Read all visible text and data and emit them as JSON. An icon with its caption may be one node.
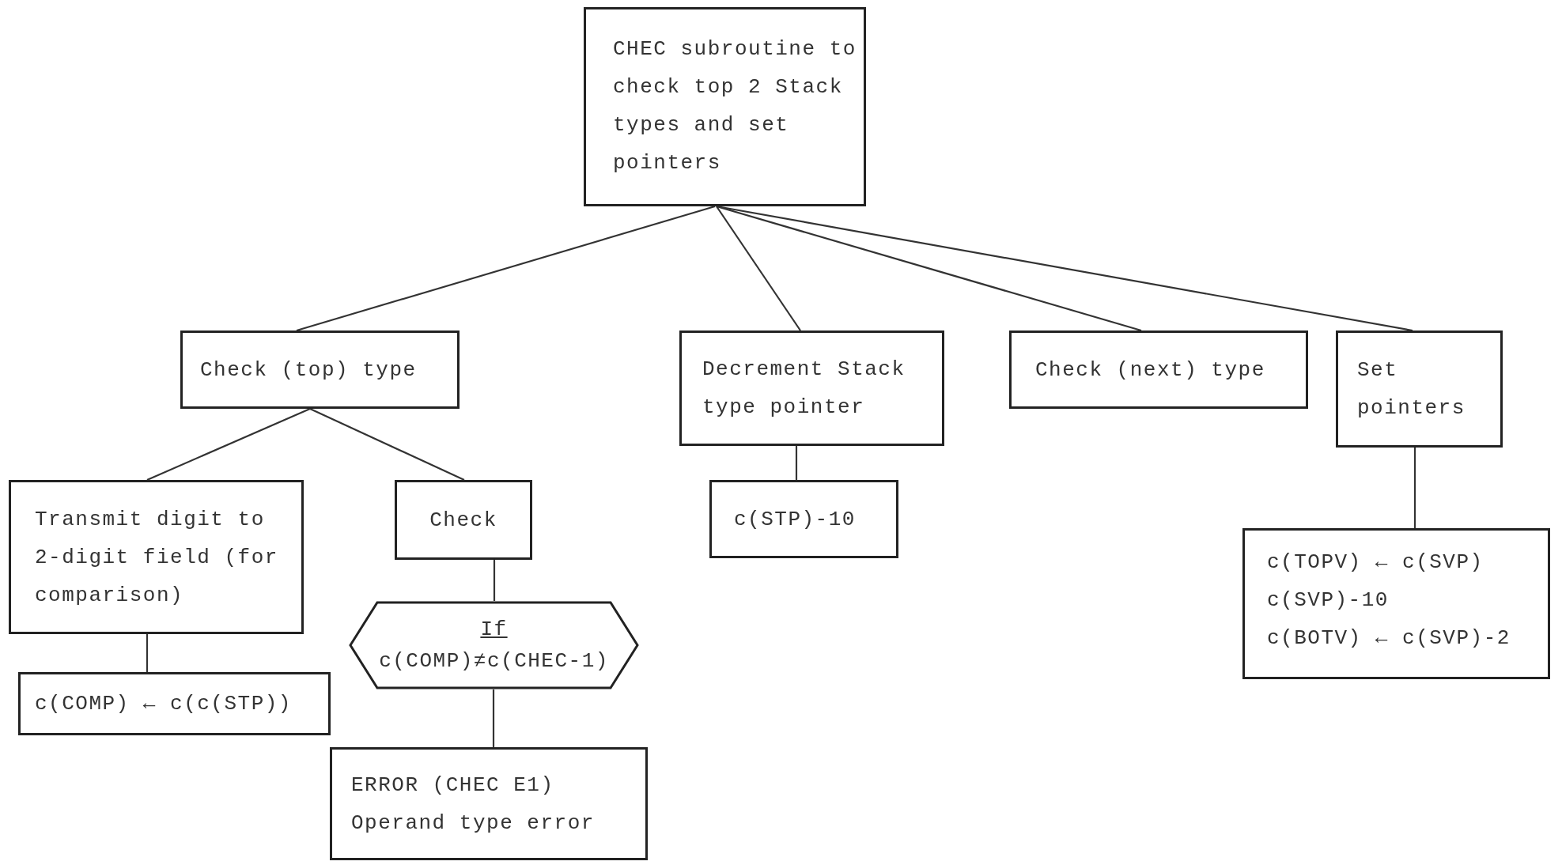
{
  "diagram": {
    "nodes": [
      {
        "text": [
          "CHEC subroutine to check top 2 Stack types and set pointers"
        ]
      },
      {
        "text": [
          "Check (top) type"
        ]
      },
      {
        "text": [
          "Decrement Stack type pointer"
        ]
      },
      {
        "text": [
          "Check (next) type"
        ]
      },
      {
        "text": [
          "Set pointers"
        ]
      },
      {
        "text": [
          "Transmit digit to 2-digit field (for comparison)"
        ]
      },
      {
        "text": [
          "Check"
        ]
      },
      {
        "text": [
          "c(STP)-10"
        ]
      },
      {
        "text": [
          "c(TOPV) ← c(SVP)",
          "c(SVP)-10",
          "c(BOTV) ← c(SVP)-2"
        ]
      },
      {
        "text": [
          "c(COMP) ← c(c(STP))"
        ]
      },
      {
        "text": [
          "If",
          "c(COMP)≠c(CHEC-1)"
        ]
      },
      {
        "text": [
          "ERROR (CHEC E1) Operand type error"
        ]
      }
    ],
    "edges": [
      {
        "from": 0,
        "to": 1,
        "arrow": "none"
      },
      {
        "from": 0,
        "to": 2,
        "arrow": "none"
      },
      {
        "from": 0,
        "to": 3,
        "arrow": "none"
      },
      {
        "from": 0,
        "to": 4,
        "arrow": "none"
      },
      {
        "from": 1,
        "to": 5,
        "arrow": "none"
      },
      {
        "from": 1,
        "to": 6,
        "arrow": "none"
      },
      {
        "from": 2,
        "to": 7,
        "arrow": "none"
      },
      {
        "from": 4,
        "to": 8,
        "arrow": "none"
      },
      {
        "from": 5,
        "to": 9,
        "arrow": "none"
      },
      {
        "from": 6,
        "to": 10,
        "arrow": "none"
      },
      {
        "from": 10,
        "to": 11,
        "arrow": "none"
      }
    ]
  }
}
